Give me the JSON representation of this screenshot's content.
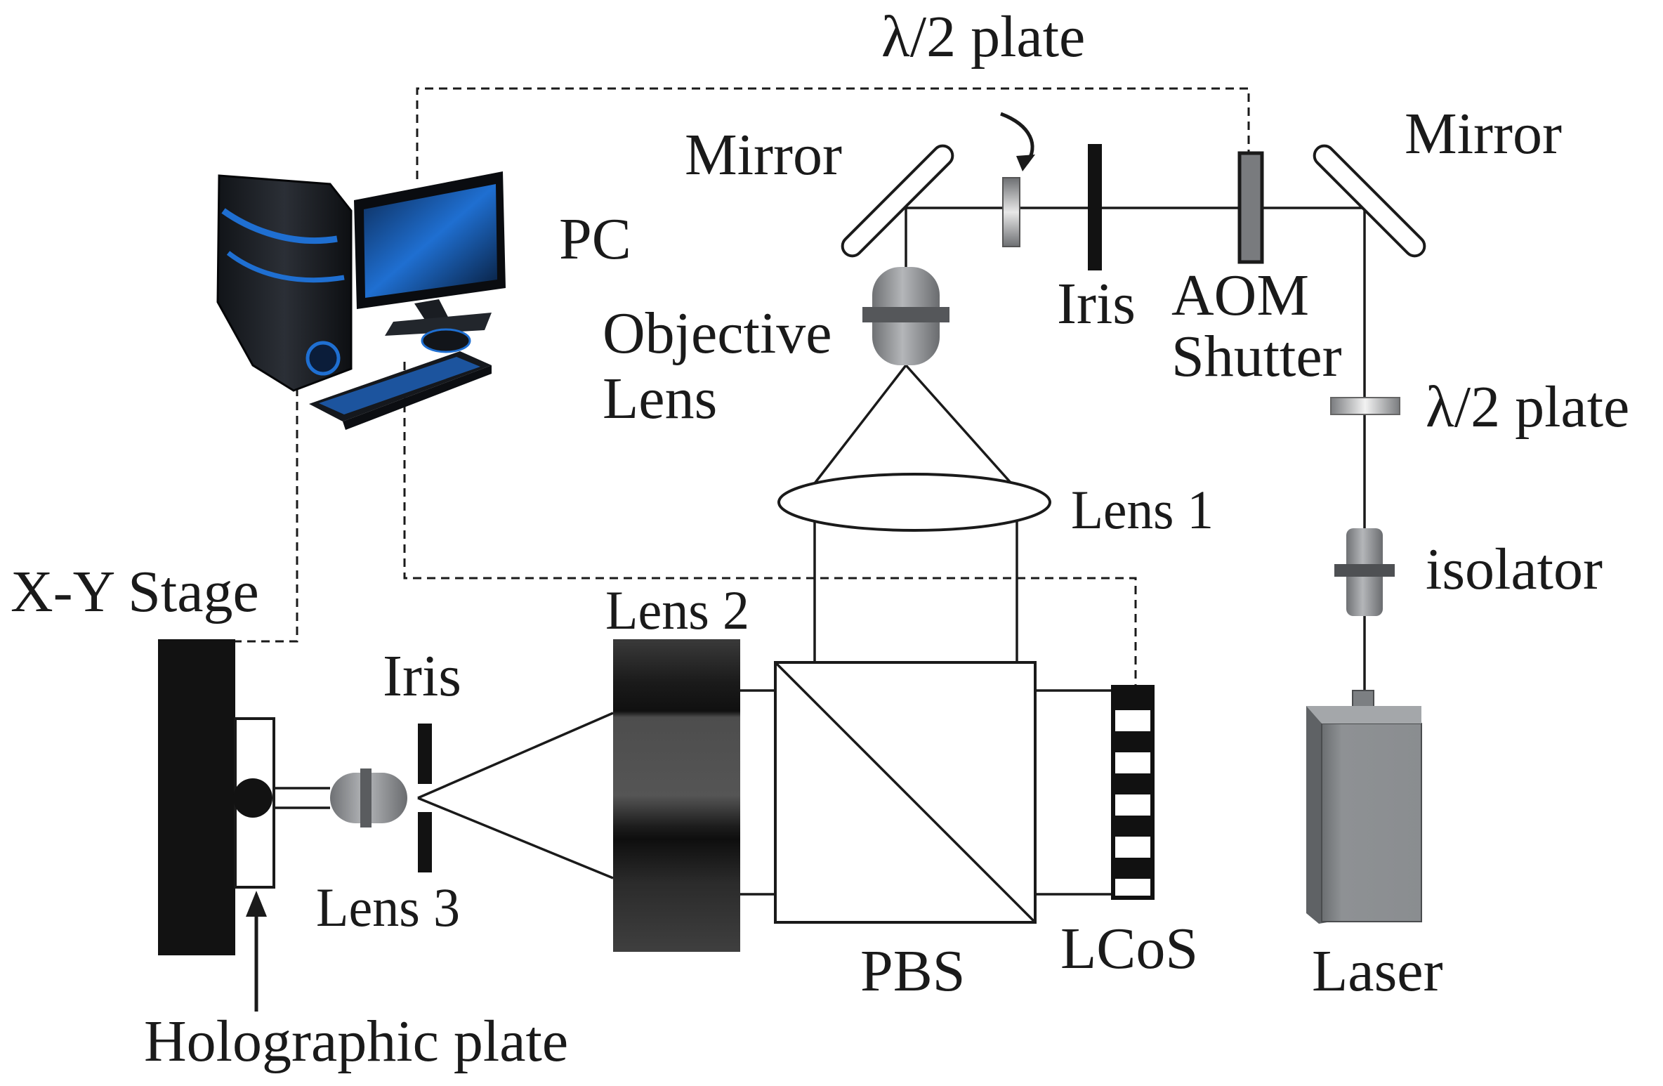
{
  "labels": {
    "half_wave_plate_top": "λ/2 plate",
    "mirror_left": "Mirror",
    "mirror_right": "Mirror",
    "pc": "PC",
    "objective_lens_line1": "Objective",
    "objective_lens_line2": "Lens",
    "iris_top": "Iris",
    "aom_line1": "AOM",
    "aom_line2": "Shutter",
    "half_wave_plate_right": "λ/2 plate",
    "lens1": "Lens 1",
    "isolator": "isolator",
    "xy_stage": "X-Y Stage",
    "lens2": "Lens 2",
    "iris_bottom": "Iris",
    "lens3": "Lens 3",
    "pbs": "PBS",
    "lcos": "LCoS",
    "laser": "Laser",
    "holographic_plate": "Holographic plate"
  },
  "colors": {
    "line": "#1a1a1a",
    "component_gray": "#8a8c8f",
    "dark_block": "#121212",
    "pc_blue": "#1f6fd1"
  },
  "icons": {
    "pc": "desktop-computer-icon"
  }
}
